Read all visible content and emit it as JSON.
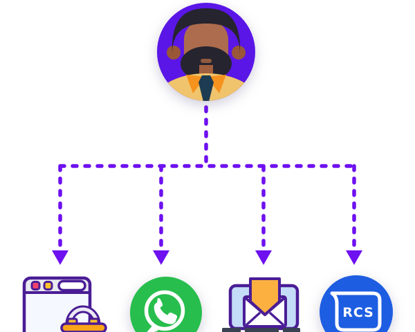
{
  "diagram": {
    "background_color": "#ffffff",
    "source": {
      "name": "person-avatar",
      "description": "man with beard wearing shirt and tie inside violet circle",
      "avatar_bg_color": "#5a16e6",
      "skin_color": "#ad6c4d",
      "hair_color": "#26242e",
      "shirt_color": "#f0c46c",
      "collar_color": "#f6921e",
      "tie_color": "#1d3c52"
    },
    "connector": {
      "color": "#6e10f0",
      "style": "dashed",
      "direction": "down",
      "branches": 4
    },
    "channels": [
      {
        "name": "online-store",
        "icon": "browser-shopping-bag-icon",
        "label": "",
        "outline_color": "#4a1d96",
        "accent_color": "#faa41a"
      },
      {
        "name": "whatsapp",
        "icon": "whatsapp-icon",
        "label": "",
        "brand_color": "#27be4d"
      },
      {
        "name": "email",
        "icon": "laptop-open-email-icon",
        "label": "",
        "outline_color": "#4a1d96",
        "accent_color": "#fbb040"
      },
      {
        "name": "rcs",
        "icon": "rcs-chat-bubble-icon",
        "label": "RCS",
        "brand_color": "#1d5de2"
      }
    ]
  }
}
